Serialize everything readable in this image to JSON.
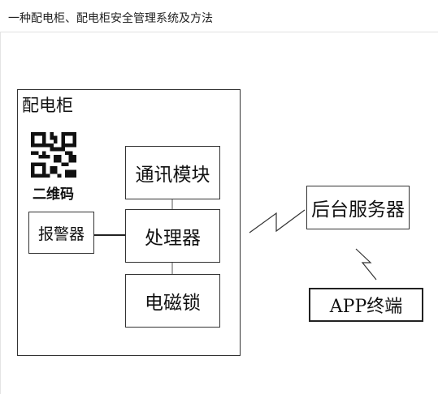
{
  "header": {
    "title": "一种配电柜、配电柜安全管理系统及方法"
  },
  "diagram": {
    "cabinet_label": "配电柜",
    "qr_label": "二维码",
    "nodes": {
      "communication": "通讯模块",
      "processor": "处理器",
      "lock": "电磁锁",
      "alarm": "报警器",
      "server": "后台服务器",
      "app": "APP终端"
    }
  },
  "colors": {
    "line": "#333333",
    "border": "#333333",
    "divider": "#e2e2e2"
  }
}
